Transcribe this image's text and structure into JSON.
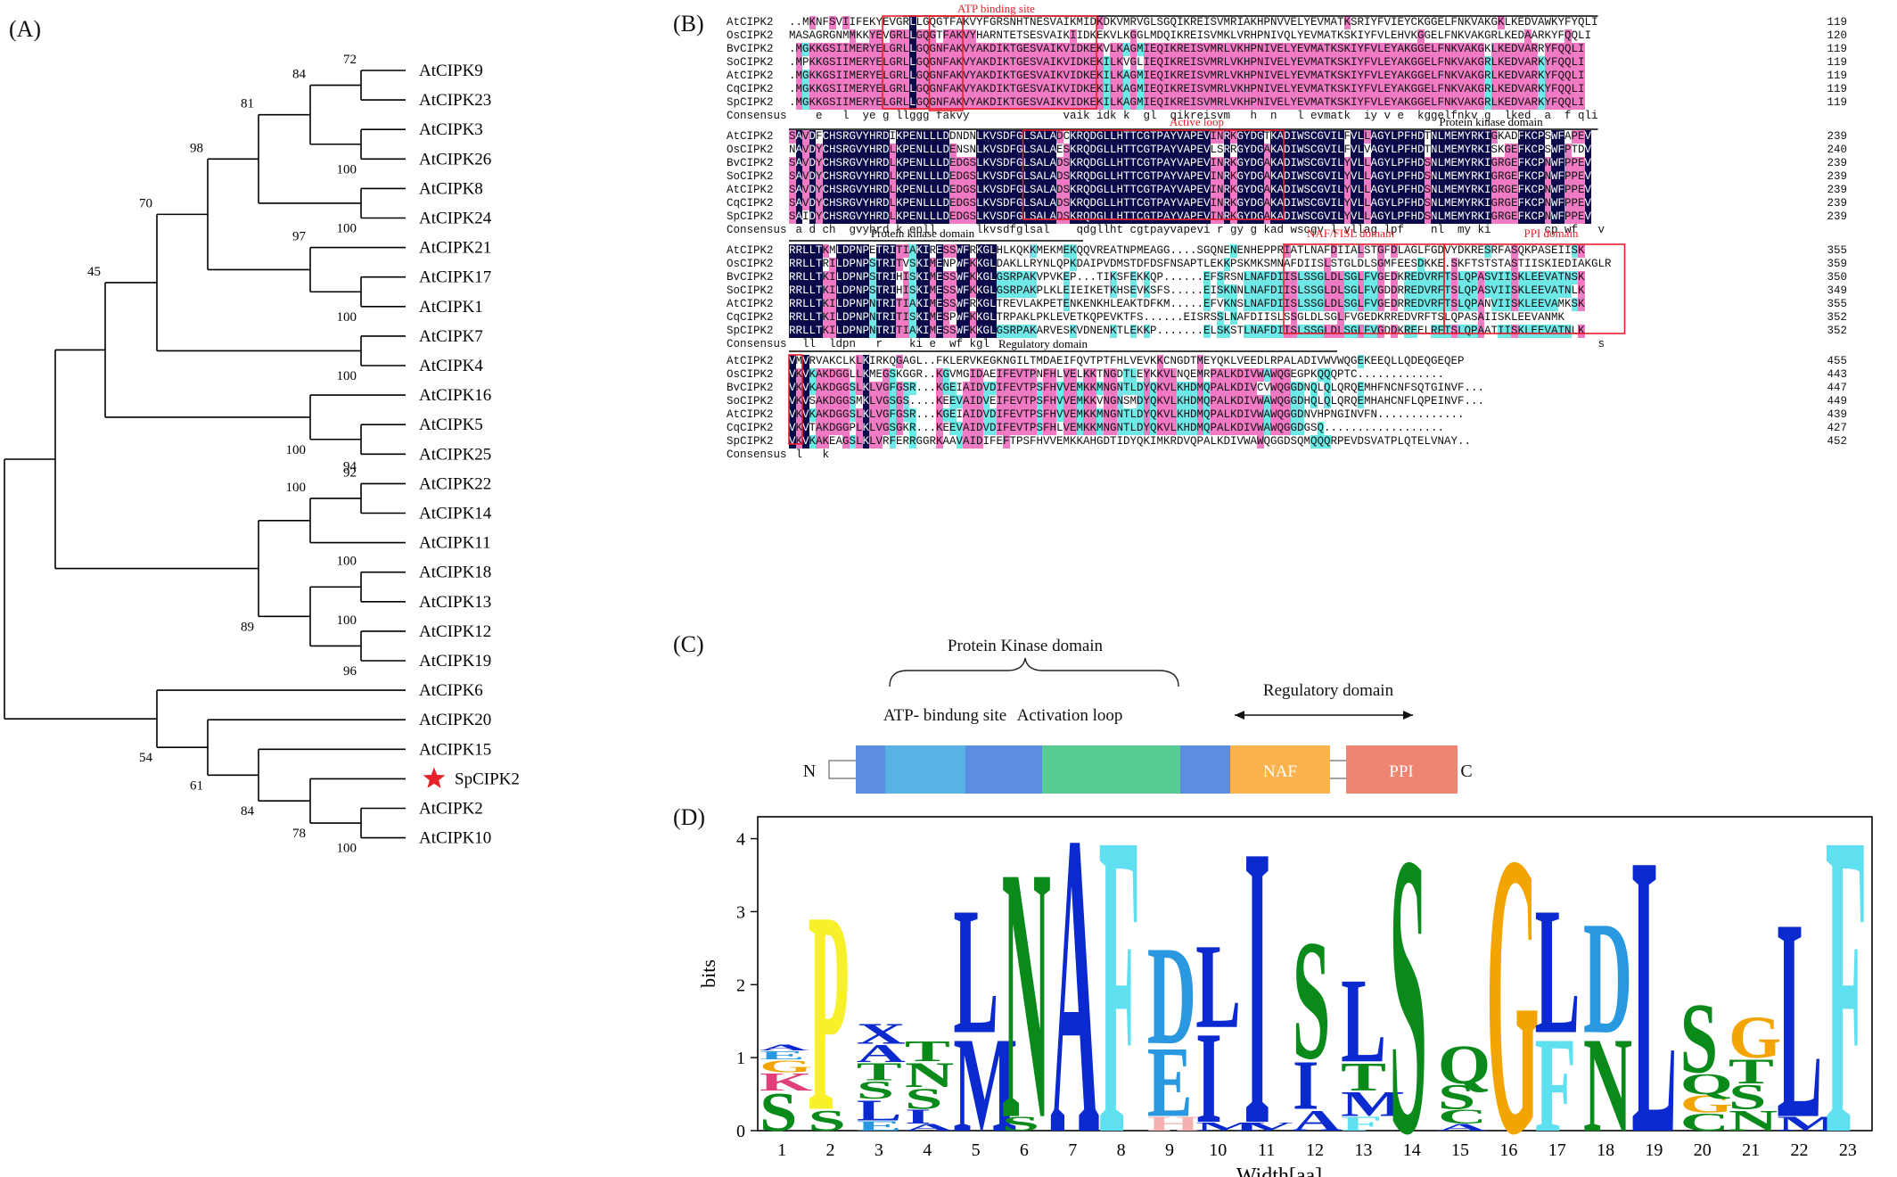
{
  "panels": {
    "a": "(A)",
    "b": "(B)",
    "c": "(C)",
    "d": "(D)"
  },
  "tree": {
    "leaves": [
      "AtCIPK9",
      "AtCIPK23",
      "AtCIPK3",
      "AtCIPK26",
      "AtCIPK8",
      "AtCIPK24",
      "AtCIPK21",
      "AtCIPK17",
      "AtCIPK1",
      "AtCIPK7",
      "AtCIPK4",
      "AtCIPK16",
      "AtCIPK5",
      "AtCIPK25",
      "AtCIPK22",
      "AtCIPK14",
      "AtCIPK11",
      "AtCIPK18",
      "AtCIPK13",
      "AtCIPK12",
      "AtCIPK19",
      "AtCIPK6",
      "AtCIPK20",
      "AtCIPK15",
      "SpCIPK2",
      "AtCIPK2",
      "AtCIPK10"
    ],
    "highlight": "SpCIPK2",
    "highlight_color": "#e8202a",
    "bootstrap": [
      "72",
      "84",
      "100",
      "81",
      "100",
      "98",
      "97",
      "100",
      "70",
      "100",
      "45",
      "100",
      "94",
      "92",
      "100",
      "89",
      "100",
      "100",
      "96",
      "54",
      "61",
      "84",
      "78",
      "100"
    ]
  },
  "alignment": {
    "names": [
      "AtCIPK2",
      "OsCIPK2",
      "BvCIPK2",
      "SoCIPK2",
      "AtCIPK2",
      "CqCIPK2",
      "SpCIPK2"
    ],
    "consensus_label": "Consensus",
    "blocks": [
      {
        "rows": [
          "..MKNFSVIIFEKYEVGRLLGQGTFAKVYFGRSNHTNESVAIKMIDKDKVMRVGLSGQIKREISVMRIAKHPNVVELYEVMATKSRIYFVIEYCKGGELFNKVAKGKLKEDVAWKYFYQLI",
          "MASAGRGNMMKKYEVGRLLGQGTFAKVYHARNTETSESVAIKIIDKEKVLKGGLMDQIKREISVMKLVRHPNIVQLYEVMATKSKIYFVLEHVKGGELFNKVAKGRLKEDAARKYFQQLI",
          ".MGKKGSIIMERYELGRLLGQGNFAKVYAKDIKTGESVAIKVIDKEKVLKAGMIEQIKREISVMRLVKHPNIVELYEVMATKSKIYFVLEYAKGGELFNKVAKGKLKEDVARRYFQQLI",
          ".MPKKGSIIMERYELGRLLGQGNFAKVYAKDIKTGESVAIKVIDKEKILKVGLIEQIKREISVMRLVKHPNIVELYEVMATKSKIYFVLEYAKGGELFNKVAKGRLKEDVARKYFQQLI",
          ".MGKKGSIIMERYELGRLLGQGNFAKVYAKDIKTGESVAIKVIDKEKILKAGMIEQIKREISVMRLVKHPNIVELYEVMATKSKIYFVLEYAKGGELFNKVAKGRLKEDVARKYFQQLI",
          ".MGKKGSIIMERYELGRLLGQGNFAKVYAKDIKTGESVAIKVIDKEKILKAGMIEQIKREISVMRLVKHPNIVELYEVMATKSKIYFVLEYAKGGELFNKVAKGRLKEDVARKYFQQLI",
          ".MGKKGSIIMERYELGRLLGQGNFAKVYAKDIKTGESVAIKVIDKEKILKAGMIEQIKREISVMRLVKHPNIVELYEVMATKSKIYFVLEYAKGGELFNKVAKGRLKEDVARKYFQQLI"
        ],
        "ends": [
          "119",
          "120",
          "119",
          "119",
          "119",
          "119",
          "119"
        ],
        "consensus": "    e   l  ye g llggg fakvy              vaik idk k  gl  qikreisvm   h  n   l evmatk  iy v e  kggelfnkv g  lked  a  f qli"
      },
      {
        "rows": [
          "SAVDFCHSRGVYHRDIKPENLLLDDNDNLKVSDFGLSALADCKRQDGLLHTTCGTPAYVAPEVINRKGYDGTKADIWSCGVILFVLLAGYLPFHDTNLMEMYRKIGKADFKCPSWFAPEV",
          "NAVDYCHSRGVYHRDLKPENLLLDENSNLKVSDFGLSALAESKRQDGLLHTTCGTPAYVAPEVLSRRGYDGAKADIWSCGVILFVLVAGYLPFHDTNLMEMYRKISKGEFKCPSWFPTDV",
          "SAVDYCHSRGVYHRDLKPENLLLDEDGSLKVSDFGLSALADSKRQDGLLHTTCGTPAYVAPEVINRKGYDGAKADIWSCGVILYVLLAGYLPFHDSNLMEMYRKIGRGEFKCPNWFPPEV",
          "SAVDYCHSRGVYHRDLKPENLLLDEDGSLKVSDFGLSALADSKRQDGLLHTTCGTPAYVAPEVINRKGYDGAKADIWSCGVILYVLLAGYLPFHDSNLMEMYRKIGRGEFKCPNWFPPEV",
          "SAVDYCHSRGVYHRDLKPENLLLDEDGSLKVSDFGLSALADSKRQDGLLHTTCGTPAYVAPEVINRKGYDGAKADIWSCGVILYVLLAGYLPFHDSNLMEMYRKIGRGEFKCPNWFPPEV",
          "SAVDYCHSRGVYHRDLKPENLLLDEDGSLKVSDFGLSALADSKRQDGLLHTTCGTPAYVAPEVINRKGYDGAKADIWSCGVILYVLLAGYLPFHDSNLMEMYRKIGRGEFKCPNWFPPEV",
          "SAIDYCHSRGVYHRDLKPENLLLDEDGSLKVSDFGLSALADSKRQDGLLHTTCGTPAYVAPEVINRKGYDGAKADIWSCGVILYVLLAGYLPFHDSNLMEMYRKIGRGEFKCPNWFPPEV"
        ],
        "ends": [
          "239",
          "240",
          "239",
          "239",
          "239",
          "239",
          "239"
        ],
        "consensus": " a d ch  gvyhrd k enll      lkvsdfglsal    qdgllht cgtpayvapevi r gy g kad wscgv l vllag lpf    nl  my ki        cp wf   v"
      },
      {
        "rows": [
          "RRLLTKMLDPNPETRITIAKIRESSWFRKGLHLKQKKMEKMEKQQVREATNPMEAGG....SGQNENENHEPPRIATLNAFDIIALSTGFDLAGLFGDVYDKRESRFASQKPASEIISK",
          "RRLLTRILDPNPSTRITVSKIMENPWFKKGLDAKLLRYNLQPKDAIPVDMSTDFDSFNSAPTLEKKPSKMKSMNAFDIISLSTGLDLSGMFEESDKKE.SKFTSTSTASTIISKIEDIAKGLR",
          "RRLLTKILDPNPSTRIHISKIMESSWFKKGLGSRPAKVPVKEP...TIKSFEKKQP......EFSRSNLNAFDIISLSSGLDLSGLFVGEDKREDVRFTSLQPASVIISKLEEVATNSK",
          "RRLLTKILDPNPSTRIHISKIMESSWFKKGLGSRPAKPLKLEIEIKETKHSEVKSFS.....EISKNNLNAFDIISLSSGLDLSGLFVGDDRREDVRFTSLQPASVIISKLEEVATNLK",
          "RRLLTKILDPNPNTRITIAKIMESSWFRKGLTREVLAKPETENKENKHLEAKTDFKM.....EFVKNSLNAFDIISLSSGLDLSGLFVGEDRREDVRFTSLQPANVIISKLEEVAMKSK",
          "RRLLTKILDPNPNTRITISKIMESPWFKKGLTRPAKLPKLEVETKQPEVKTFS......EISRSSLNAFDIISLSSGLDLSGLFVGEDKRREDVRFTSLQPASAIISKLEEVANMK",
          "RRLLTKILDPNPNTRITIAKIMESSWFKKGLGSRPAKARVESKVDNENKTLEKKP.......ELSKSTLNAFDIISLSSGLDLSGLFVGDDKREELRFTSLQPAATIISKLEEVATNLK"
        ],
        "ends": [
          "355",
          "359",
          "350",
          "349",
          "355",
          "352",
          "352"
        ],
        "consensus": "  ll  ldpn   r    ki e  wf kgl                                                                                           s"
      },
      {
        "rows": [
          "VMVRVAKCLKLKIRKQGAGL..FKLERVKEGKNGILTMDAEIFQVTPTFHLVEVKKCNGDTMEYQKLVEEDLRPALADIVWVWQGEKEEQLLQDEQGEQEP",
          "VKVKAKDGGLLKMEGSKGGR..KGVMGIDAEIFEVTPNFHLVELKKTNGDTLEYKKVLNQEMRPALKDIVWAWQGEGPKQQQPTC.............",
          "VKVKAKDGGSLKLVGFGSR...KGEIAIDVDIFEVTPSFHVVEMKKMNGNTLDYQKVLKHDMQPALKDIVCVWQGGDNQLQLQRQEMHFNCNFSQTGINVF...",
          "VKVSAKDGGSMKLVGSGS....KEEVAIDVEIFEVTPSFHVVEMKKVNGNSMDYQKVLKHDMQPALKDIVWAWQGGDHQLQLQRQEMHAHCNFLQPEINVF...",
          "VKVKAKDGGSLKLVGFGSR...KGEIAIDVDIFEVTPSFHVVEMKKMNGNTLDYQKVLKHDMQPALKDIVWAWQGGDNVHPNGINVFN.............",
          "VKVTAKDGGPLKLVGSGKR...KEEVAIDVDIFEVTPSFHLVEMKKMNGNTLDYQKVLKHDMQPALKDIVWAWQGGDGSQ..................",
          "VKVKAKEAGSLKLVRFERRGGRKAAVAIDIFEFTPSFHVVEMKKAHGDTIDYQKIMKRDVQPALKDIVWAWQGGDSQMQQQRPEVDSVATPLQTELVNAY.."
        ],
        "ends": [
          "455",
          "443",
          "447",
          "449",
          "439",
          "427",
          "452"
        ],
        "consensus": " l   k"
      }
    ],
    "annotations": {
      "atp": "ATP binding site",
      "active_loop": "Active loop",
      "pkd1": "Protein kinase domain",
      "pkd2": "Protein kinase domain",
      "naf": "NAF/FISL domain",
      "ppi": "PPI domain",
      "reg": "Regulatory domain"
    },
    "colors": {
      "identical": "#0a0a4a",
      "high": "#f07ac4",
      "medium": "#6fe8e8",
      "red": "#e8202a"
    }
  },
  "domain_map": {
    "pkd_label": "Protein Kinase domain",
    "atp_label": "ATP- bindung site",
    "act_label": "Activation loop",
    "reg_label": "Regulatory domain",
    "naf_label": "NAF",
    "ppi_label": "PPI",
    "n_term": "N",
    "c_term": "C",
    "colors": {
      "dark_blue": "#5b8ee0",
      "light_blue": "#58b2e4",
      "green": "#57cc94",
      "orange": "#f9b24d",
      "salmon": "#ef8570"
    }
  },
  "chart_data": {
    "type": "sequence-logo",
    "ylabel": "bits",
    "xlabel": "Width[aa]",
    "ylim": [
      0,
      4.3
    ],
    "yticks": [
      "0",
      "1",
      "2",
      "3",
      "4"
    ],
    "positions": [
      "1",
      "2",
      "3",
      "4",
      "5",
      "6",
      "7",
      "8",
      "9",
      "10",
      "11",
      "12",
      "13",
      "14",
      "15",
      "16",
      "17",
      "18",
      "19",
      "20",
      "21",
      "22",
      "23"
    ],
    "columns": [
      [
        {
          "aa": "S",
          "h": 0.55
        },
        {
          "aa": "K",
          "h": 0.25
        },
        {
          "aa": "G",
          "h": 0.18
        },
        {
          "aa": "E",
          "h": 0.12
        },
        {
          "aa": "A",
          "h": 0.08
        }
      ],
      [
        {
          "aa": "S",
          "h": 0.3
        },
        {
          "aa": "P",
          "h": 2.85
        }
      ],
      [
        {
          "aa": "E",
          "h": 0.14
        },
        {
          "aa": "L",
          "h": 0.3
        },
        {
          "aa": "S",
          "h": 0.25
        },
        {
          "aa": "T",
          "h": 0.25
        },
        {
          "aa": "A",
          "h": 0.25
        },
        {
          "aa": "X",
          "h": 0.3
        }
      ],
      [
        {
          "aa": "A",
          "h": 0.1
        },
        {
          "aa": "I",
          "h": 0.2
        },
        {
          "aa": "S",
          "h": 0.3
        },
        {
          "aa": "N",
          "h": 0.35
        },
        {
          "aa": "T",
          "h": 0.3
        }
      ],
      [
        {
          "aa": "M",
          "h": 1.35
        },
        {
          "aa": "L",
          "h": 1.8
        }
      ],
      [
        {
          "aa": "S",
          "h": 0.2
        },
        {
          "aa": "N",
          "h": 3.6
        }
      ],
      [
        {
          "aa": "A",
          "h": 4.3
        }
      ],
      [
        {
          "aa": "F",
          "h": 4.3
        }
      ],
      [
        {
          "aa": "H",
          "h": 0.2
        },
        {
          "aa": "E",
          "h": 1.0
        },
        {
          "aa": "D",
          "h": 1.4
        }
      ],
      [
        {
          "aa": "M",
          "h": 0.12
        },
        {
          "aa": "I",
          "h": 1.3
        },
        {
          "aa": "L",
          "h": 1.2
        }
      ],
      [
        {
          "aa": "V",
          "h": 0.12
        },
        {
          "aa": "I",
          "h": 4.0
        }
      ],
      [
        {
          "aa": "A",
          "h": 0.3
        },
        {
          "aa": "I",
          "h": 0.7
        },
        {
          "aa": "S",
          "h": 1.7
        }
      ],
      [
        {
          "aa": "F",
          "h": 0.2
        },
        {
          "aa": "M",
          "h": 0.35
        },
        {
          "aa": "T",
          "h": 0.4
        },
        {
          "aa": "L",
          "h": 1.2
        }
      ],
      [
        {
          "aa": "S",
          "h": 4.0
        }
      ],
      [
        {
          "aa": "A",
          "h": 0.1
        },
        {
          "aa": "C",
          "h": 0.2
        },
        {
          "aa": "S",
          "h": 0.35
        },
        {
          "aa": "Q",
          "h": 0.55
        }
      ],
      [
        {
          "aa": "G",
          "h": 4.0
        }
      ],
      [
        {
          "aa": "F",
          "h": 1.35
        },
        {
          "aa": "L",
          "h": 1.8
        }
      ],
      [
        {
          "aa": "N",
          "h": 1.35
        },
        {
          "aa": "D",
          "h": 1.6
        }
      ],
      [
        {
          "aa": "L",
          "h": 4.0
        }
      ],
      [
        {
          "aa": "C",
          "h": 0.25
        },
        {
          "aa": "G",
          "h": 0.25
        },
        {
          "aa": "Q",
          "h": 0.3
        },
        {
          "aa": "S",
          "h": 1.0
        }
      ],
      [
        {
          "aa": "N",
          "h": 0.3
        },
        {
          "aa": "S",
          "h": 0.35
        },
        {
          "aa": "T",
          "h": 0.35
        },
        {
          "aa": "G",
          "h": 0.6
        }
      ],
      [
        {
          "aa": "M",
          "h": 0.2
        },
        {
          "aa": "L",
          "h": 2.85
        }
      ],
      [
        {
          "aa": "F",
          "h": 4.3
        }
      ]
    ],
    "aa_colors": {
      "S": "#0a8a1a",
      "T": "#0a8a1a",
      "G": "#f2a500",
      "N": "#0a8a1a",
      "Q": "#0a8a1a",
      "C": "#0a8a1a",
      "Y": "#0a8a1a",
      "P": "#f7f02a",
      "A": "#0a2ad0",
      "L": "#0a2ad0",
      "I": "#0a2ad0",
      "M": "#0a2ad0",
      "V": "#0a2ad0",
      "F": "#5ee0f0",
      "W": "#0a2ad0",
      "D": "#2a98e0",
      "E": "#2a98e0",
      "K": "#e0407a",
      "R": "#e0407a",
      "H": "#f5b0b0",
      "X": "#0a2ad0"
    }
  }
}
